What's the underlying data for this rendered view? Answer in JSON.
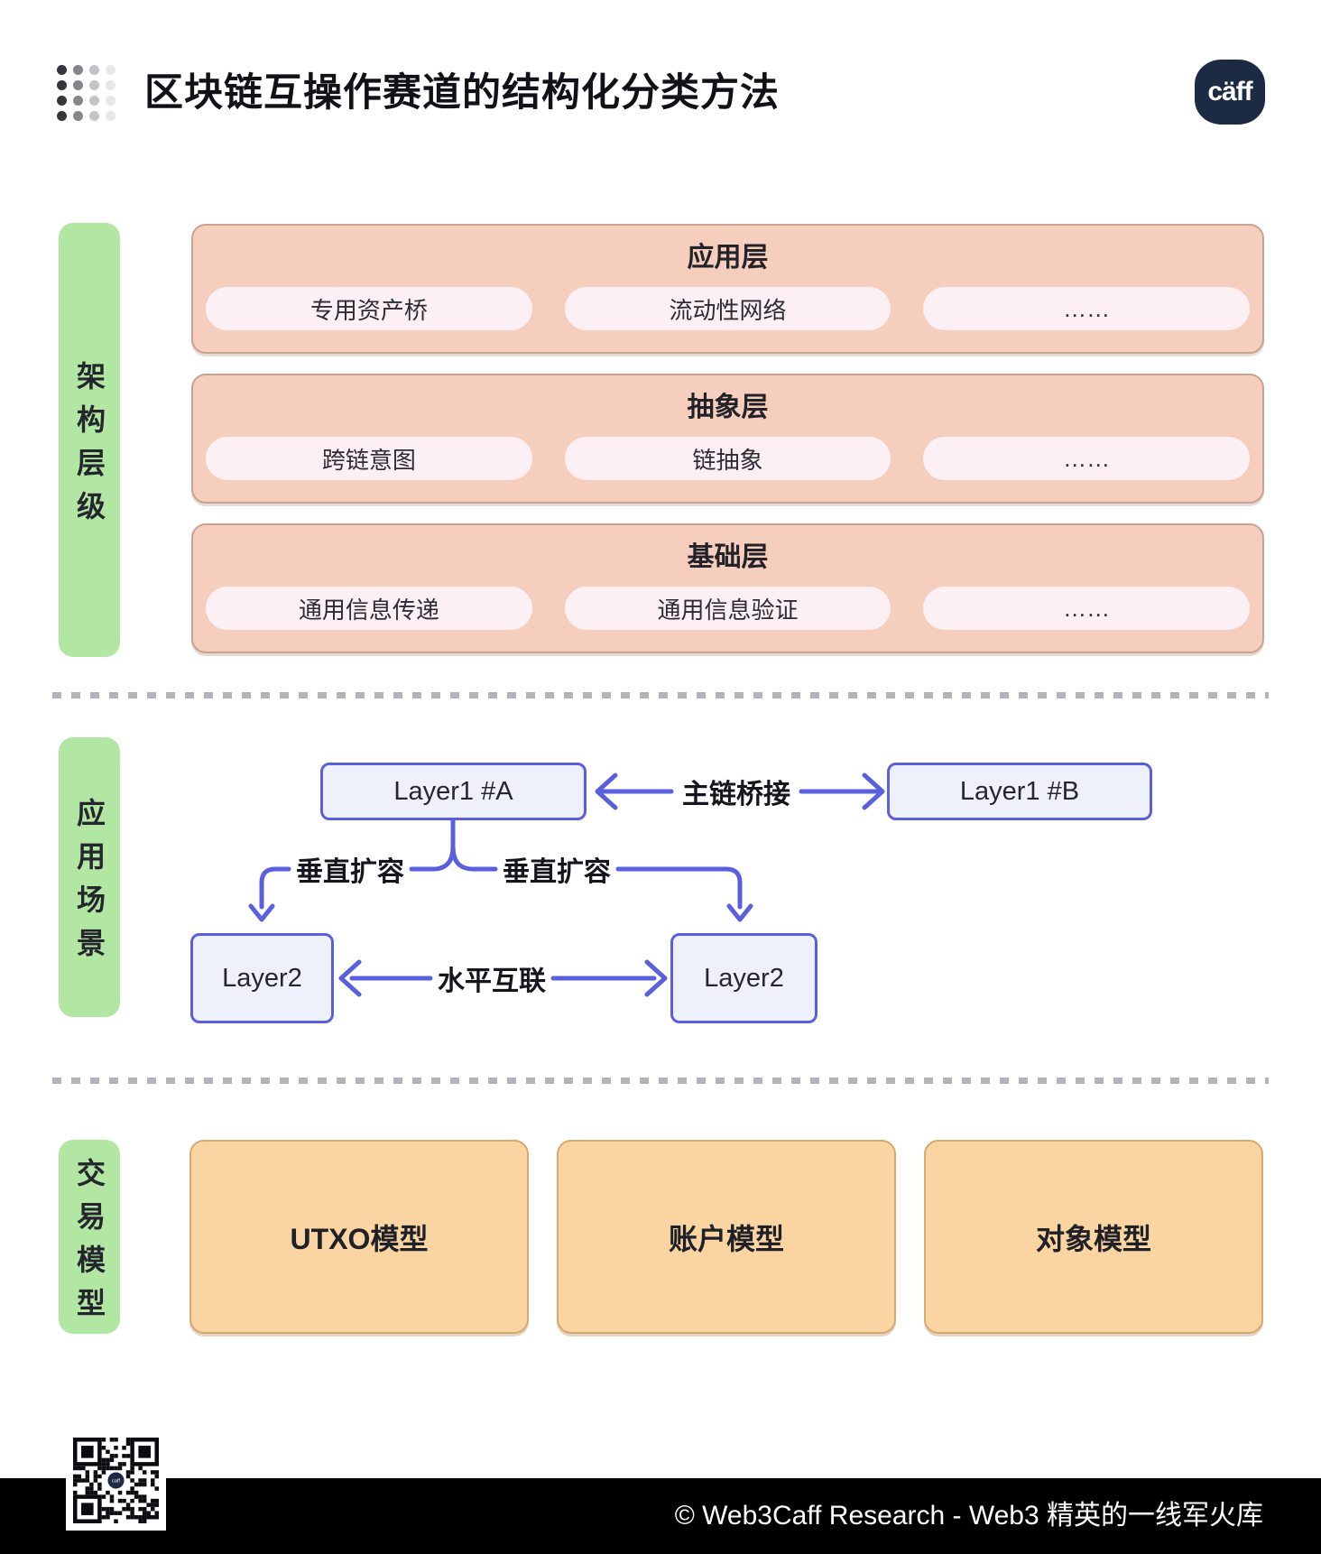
{
  "header": {
    "title": "区块链互操作赛道的结构化分类方法",
    "logo_text": "cäff"
  },
  "sections": {
    "architecture": {
      "label": "架构层级",
      "layers": [
        {
          "title": "应用层",
          "pills": [
            "专用资产桥",
            "流动性网络",
            "……"
          ]
        },
        {
          "title": "抽象层",
          "pills": [
            "跨链意图",
            "链抽象",
            "……"
          ]
        },
        {
          "title": "基础层",
          "pills": [
            "通用信息传递",
            "通用信息验证",
            "……"
          ]
        }
      ]
    },
    "scenarios": {
      "label": "应用场景",
      "nodes": {
        "layer1a": "Layer1 #A",
        "layer1b": "Layer1 #B",
        "layer2_left": "Layer2",
        "layer2_right": "Layer2"
      },
      "edges": {
        "bridge": "主链桥接",
        "vertical_left": "垂直扩容",
        "vertical_right": "垂直扩容",
        "horizontal": "水平互联"
      }
    },
    "models": {
      "label": "交易模型",
      "items": [
        "UTXO模型",
        "账户模型",
        "对象模型"
      ]
    }
  },
  "footer": {
    "copyright": "© Web3Caff Research - Web3 精英的一线军火库"
  },
  "colors": {
    "green_label": "#b1e7a3",
    "pink_box": "#f6cebe",
    "pink_pill": "#fcf0f5",
    "orange_box": "#fbd5a1",
    "indigo_accent": "#5a5fe0",
    "logo_navy": "#1d2a44",
    "footer_bg": "#000000"
  }
}
